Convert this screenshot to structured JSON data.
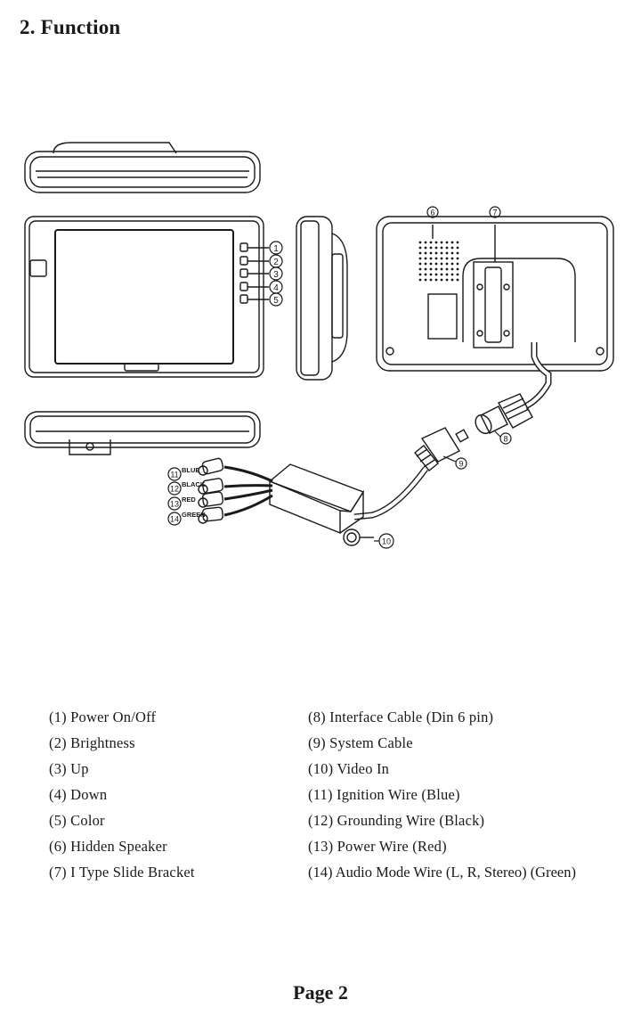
{
  "heading": "2. Function",
  "callouts": {
    "n1": "1",
    "n2": "2",
    "n3": "3",
    "n4": "4",
    "n5": "5",
    "n6": "6",
    "n7": "7",
    "n8": "8",
    "n9": "9",
    "n10": "10",
    "n11": "11",
    "n12": "12",
    "n13": "13",
    "n14": "14"
  },
  "wire_tags": {
    "blue": "BLUE",
    "black": "BLACK",
    "red": "RED",
    "green": "GREEN"
  },
  "legend_left": [
    "(1) Power On/Off",
    "(2) Brightness",
    "(3) Up",
    "(4) Down",
    "(5) Color",
    "(6) Hidden Speaker",
    "(7) I Type Slide Bracket"
  ],
  "legend_right": [
    "(8) Interface Cable (Din 6 pin)",
    "(9) System Cable",
    "(10) Video In",
    "(11) Ignition Wire (Blue)",
    "(12) Grounding Wire (Black)",
    "(13) Power Wire (Red)",
    "(14) Audio Mode Wire (L, R, Stereo) (Green)"
  ],
  "page_label": "Page 2"
}
